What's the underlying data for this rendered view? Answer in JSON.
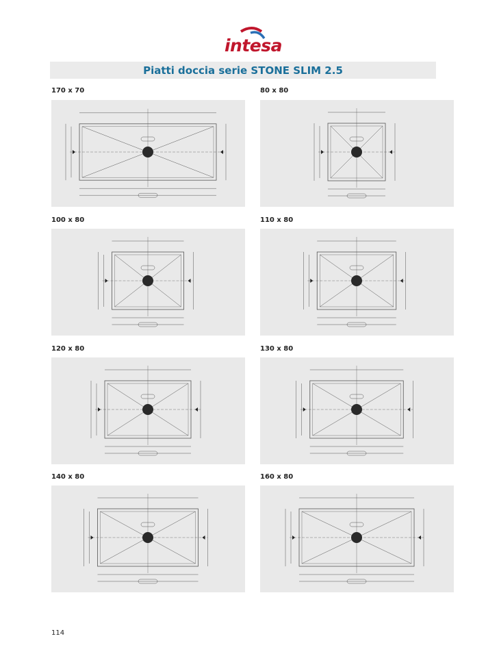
{
  "header": {
    "logo_text": "intesa",
    "title": "Piatti doccia serie STONE SLIM 2.5"
  },
  "drawings": [
    {
      "label": "170 x 70"
    },
    {
      "label": "80 x 80"
    },
    {
      "label": "100 x 80"
    },
    {
      "label": "110 x 80"
    },
    {
      "label": "120 x 80"
    },
    {
      "label": "130 x 80"
    },
    {
      "label": "140 x 80"
    },
    {
      "label": "160 x 80"
    }
  ],
  "footer": {
    "page_number": "114"
  }
}
